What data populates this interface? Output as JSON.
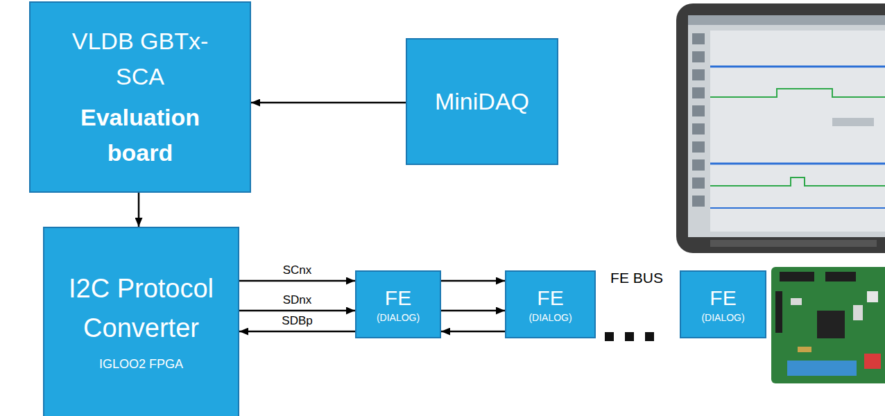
{
  "diagram": {
    "nodes": [
      {
        "text": [
          "VLDB GBTx-SCA",
          "Evaluation board"
        ]
      },
      {
        "text": [
          "MiniDAQ"
        ]
      },
      {
        "text": [
          "I2C Protocol Converter",
          "IGLOO2 FPGA"
        ]
      },
      {
        "text": [
          "FE",
          "(DIALOG)"
        ]
      },
      {
        "text": [
          "FE",
          "(DIALOG)"
        ]
      },
      {
        "text": [
          "FE",
          "(DIALOG)"
        ]
      }
    ],
    "edges": [
      {
        "from": 1,
        "to": 0,
        "arrow": "to"
      },
      {
        "from": 0,
        "to": 2,
        "arrow": "to"
      },
      {
        "from": 2,
        "to": 3,
        "label": "SCnx",
        "arrow": "to"
      },
      {
        "from": 2,
        "to": 3,
        "label": "SDnx",
        "arrow": "to"
      },
      {
        "from": 3,
        "to": 2,
        "label": "SDBp",
        "arrow": "to"
      },
      {
        "from": 3,
        "to": 4,
        "arrow": "to"
      },
      {
        "from": 3,
        "to": 4,
        "arrow": "to"
      },
      {
        "from": 4,
        "to": 3,
        "arrow": "to"
      }
    ],
    "labels": [
      "FE BUS"
    ]
  }
}
